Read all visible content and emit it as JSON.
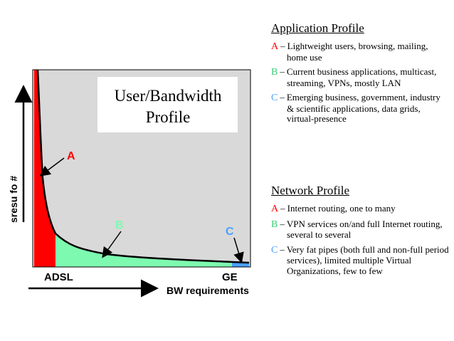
{
  "diagram": {
    "title_line1": "User/Bandwidth",
    "title_line2": "Profile",
    "y_axis_label": "sresu fo #",
    "x_axis_label": "BW requirements",
    "x_tick_left": "ADSL",
    "x_tick_right": "GE",
    "regions": [
      {
        "label": "A",
        "color": "#ff0000"
      },
      {
        "label": "B",
        "color": "#7dfab0"
      },
      {
        "label": "C",
        "color": "#4aa0ff"
      }
    ],
    "plot_background": "#d9d9d9"
  },
  "application_profile": {
    "title": "Application Profile",
    "dash": "–",
    "items": [
      {
        "label": "A",
        "text": "Lightweight users, browsing, mailing, home use"
      },
      {
        "label": "B",
        "text": "Current business applications, multicast, streaming, VPNs, mostly LAN"
      },
      {
        "label": "C",
        "text": "Emerging business, government, industry & scientific applications, data grids, virtual-presence"
      }
    ]
  },
  "network_profile": {
    "title": "Network Profile",
    "dash": "–",
    "items": [
      {
        "label": "A",
        "text": "Internet routing, one to many"
      },
      {
        "label": "B",
        "text": "VPN services on/and full Internet routing, several to several"
      },
      {
        "label": "C",
        "text": "Very fat pipes (both full and non-full period services), limited multiple Virtual Organizations, few to few"
      }
    ]
  }
}
